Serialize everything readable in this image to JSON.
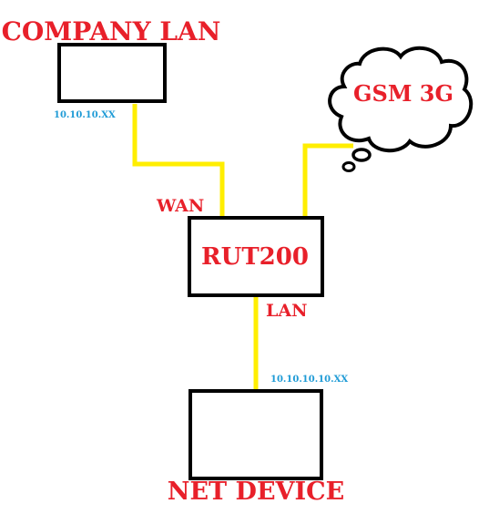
{
  "nodes": {
    "company_lan": {
      "label": "COMPANY LAN",
      "ip": "10.10.10.XX"
    },
    "gsm": {
      "label": "GSM 3G"
    },
    "router": {
      "label": "RUT200"
    },
    "net_device": {
      "label": "NET DEVICE",
      "ip": "10.10.10.10.XX"
    }
  },
  "ports": {
    "wan": "WAN",
    "lan": "LAN"
  },
  "colors": {
    "label": "#e8202a",
    "ip": "#1f9bd6",
    "link": "#ffee00",
    "box": "#000000"
  }
}
